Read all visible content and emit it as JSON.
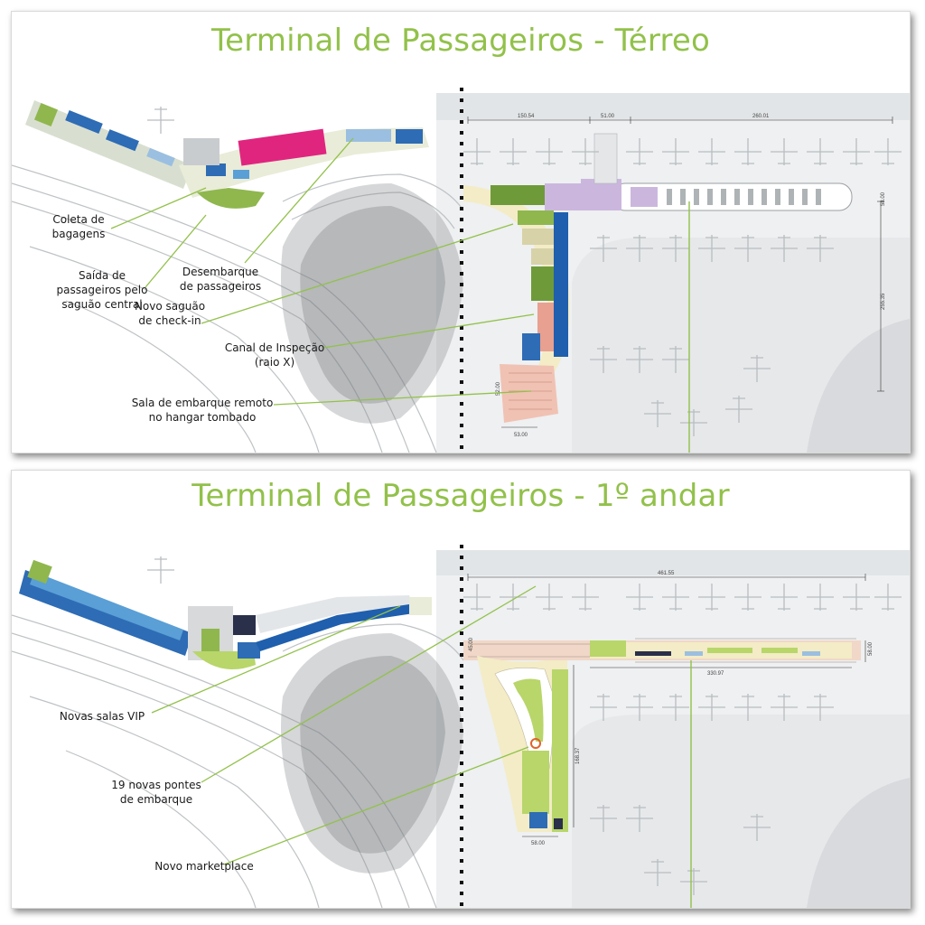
{
  "panels": {
    "top": {
      "title": "Terminal de Passageiros - Térreo",
      "callouts": {
        "coleta": "Coleta de\nbagagens",
        "saida": "Saída de\npassageiros pelo\nsaguão central",
        "desembarque": "Desembarque\nde passageiros",
        "novo_saguao": "Novo saguão\nde check-in",
        "canal": "Canal de Inspeção\n(raio X)",
        "sala": "Sala de embarque remoto\nno hangar tombado"
      },
      "dimensions": {
        "d1": "150.54",
        "d2": "51.00",
        "d3": "260.01",
        "d4": "255.35",
        "d5": "58.00",
        "d6": "52.00",
        "d7": "53.00"
      }
    },
    "bottom": {
      "title": "Terminal de Passageiros - 1º andar",
      "callouts": {
        "vip": "Novas salas VIP",
        "pontes": "19 novas pontes\nde embarque",
        "marketplace": "Novo marketplace"
      },
      "dimensions": {
        "d1": "461.55",
        "d2": "330.97",
        "d3": "58.00",
        "d4": "168.37",
        "d5": "58.00",
        "d6": "45.00"
      }
    }
  },
  "colors": {
    "title": "#92c14a",
    "leader": "#92c14a",
    "checkin_green": "#6f9a3a",
    "magenta": "#e0257f",
    "blue": "#1f5fae",
    "salmon": "#e8a090",
    "lavender": "#cbb7de"
  }
}
